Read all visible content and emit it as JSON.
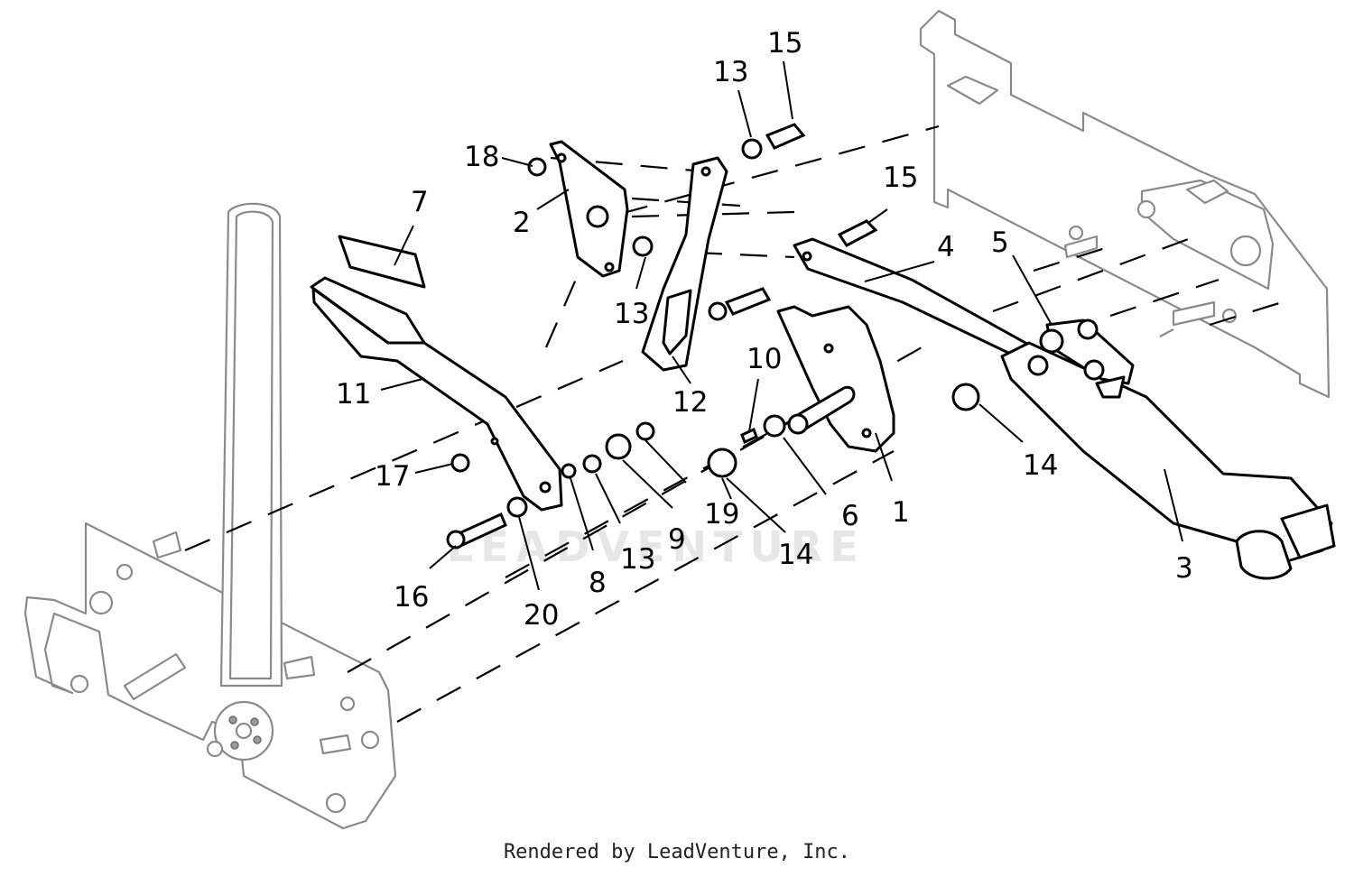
{
  "watermark": "LEADVENTURE",
  "footer": {
    "credit": "Rendered by LeadVenture, Inc."
  },
  "callouts": [
    {
      "id": "18",
      "label": "18"
    },
    {
      "id": "2",
      "label": "2"
    },
    {
      "id": "7",
      "label": "7"
    },
    {
      "id": "13a",
      "label": "13"
    },
    {
      "id": "15a",
      "label": "15"
    },
    {
      "id": "13b",
      "label": "13"
    },
    {
      "id": "15b",
      "label": "15"
    },
    {
      "id": "4",
      "label": "4"
    },
    {
      "id": "5",
      "label": "5"
    },
    {
      "id": "11",
      "label": "11"
    },
    {
      "id": "12",
      "label": "12"
    },
    {
      "id": "10",
      "label": "10"
    },
    {
      "id": "14a",
      "label": "14"
    },
    {
      "id": "17",
      "label": "17"
    },
    {
      "id": "19",
      "label": "19"
    },
    {
      "id": "6",
      "label": "6"
    },
    {
      "id": "1",
      "label": "1"
    },
    {
      "id": "9",
      "label": "9"
    },
    {
      "id": "13c",
      "label": "13"
    },
    {
      "id": "14b",
      "label": "14"
    },
    {
      "id": "3",
      "label": "3"
    },
    {
      "id": "16",
      "label": "16"
    },
    {
      "id": "8",
      "label": "8"
    },
    {
      "id": "20",
      "label": "20"
    }
  ]
}
